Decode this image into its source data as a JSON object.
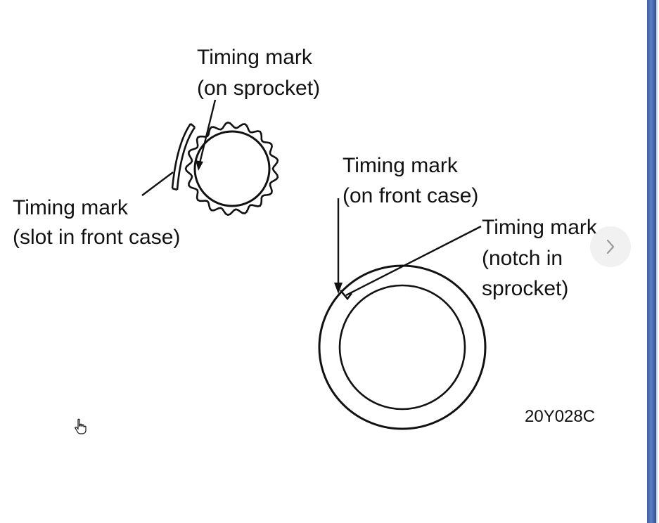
{
  "labels": {
    "sprocket_mark": [
      "Timing mark",
      "(on sprocket)"
    ],
    "slot_mark": [
      "Timing mark",
      "(slot in front case)"
    ],
    "front_case_mark": [
      "Timing mark",
      "(on front case)"
    ],
    "notch_mark": [
      "Timing mark",
      "(notch in",
      "sprocket)"
    ],
    "figure_code": "20Y028C"
  },
  "icons": {
    "next": "chevron-right-icon",
    "cursor": "hand-pointer-icon"
  },
  "colors": {
    "ink": "#111111",
    "background": "#ffffff",
    "edge_band": "#4a6cb0"
  }
}
